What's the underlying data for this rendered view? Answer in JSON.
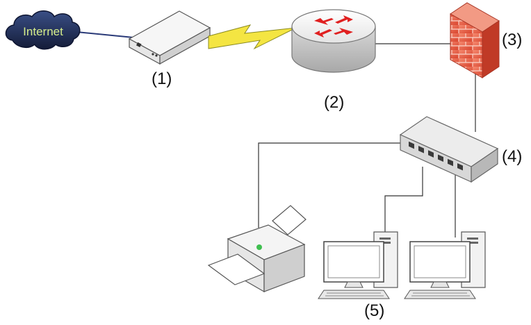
{
  "cloud_label": "Internet",
  "labels": {
    "modem": "(1)",
    "router": "(2)",
    "firewall": "(3)",
    "switch": "(4)",
    "endpoints": "(5)"
  },
  "colors": {
    "line": "#333333",
    "cloud_dark": "#1d2a4f",
    "cloud_text": "#d6ee8a",
    "lightning": "#f4e542",
    "router_arrow": "#e02020",
    "firewall_brick": "#e8604a"
  }
}
